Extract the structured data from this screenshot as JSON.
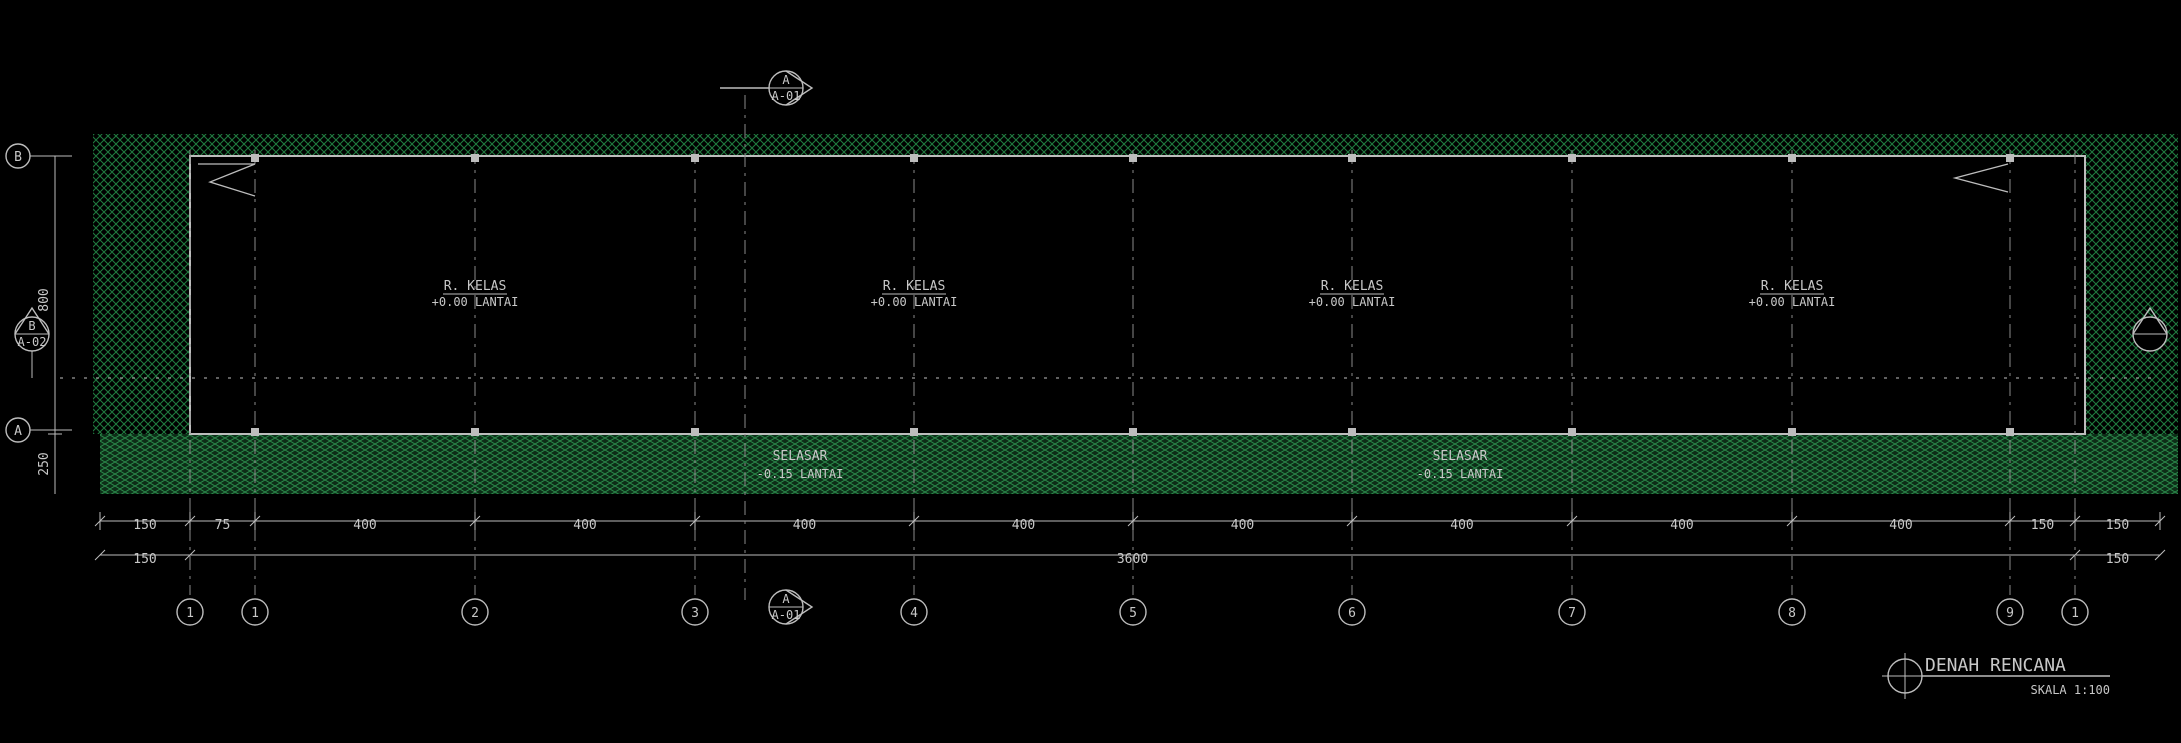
{
  "drawing": {
    "title": "DENAH RENCANA",
    "subtitle": "SKALA 1:100",
    "colors": {
      "background": "#000000",
      "line": "#bdbdbd",
      "hatch": "#1f7a3f",
      "text": "#c8c8c8"
    },
    "grid_top": [
      {
        "id": "g-a1",
        "label": "1"
      },
      {
        "id": "g-1",
        "label": "1"
      },
      {
        "id": "g-2",
        "label": "2"
      },
      {
        "id": "g-3",
        "label": "3"
      },
      {
        "id": "g-4",
        "label": "4"
      },
      {
        "id": "g-5",
        "label": "5"
      },
      {
        "id": "g-6",
        "label": "6"
      },
      {
        "id": "g-7",
        "label": "7"
      },
      {
        "id": "g-8",
        "label": "8"
      },
      {
        "id": "g-9",
        "label": "9"
      },
      {
        "id": "g-b1",
        "label": "1"
      }
    ],
    "grid_side": [
      {
        "id": "s-b",
        "label": "B"
      },
      {
        "id": "s-a",
        "label": "A"
      }
    ],
    "rooms": [
      {
        "name": "R. KELAS",
        "sub": "+0.00 LANTAI"
      },
      {
        "name": "R. KELAS",
        "sub": "+0.00 LANTAI"
      },
      {
        "name": "R. KELAS",
        "sub": "+0.00 LANTAI"
      },
      {
        "name": "R. KELAS",
        "sub": "+0.00 LANTAI"
      }
    ],
    "corridor_labels": [
      {
        "name": "SELASAR",
        "sub": "-0.15 LANTAI"
      },
      {
        "name": "SELASAR",
        "sub": "-0.15 LANTAI"
      }
    ],
    "dims_bottom": [
      "150",
      "75",
      "400",
      "400",
      "400",
      "400",
      "400",
      "400",
      "400",
      "400",
      "150",
      "150"
    ],
    "dims_lower": [
      "150",
      "3600",
      "150"
    ],
    "dim_side": [
      "800",
      "250"
    ],
    "section_marks": [
      {
        "number": "A",
        "sheet": "A-01"
      },
      {
        "number": "A",
        "sheet": "A-01"
      },
      {
        "number": "B",
        "sheet": "A-02"
      }
    ]
  }
}
